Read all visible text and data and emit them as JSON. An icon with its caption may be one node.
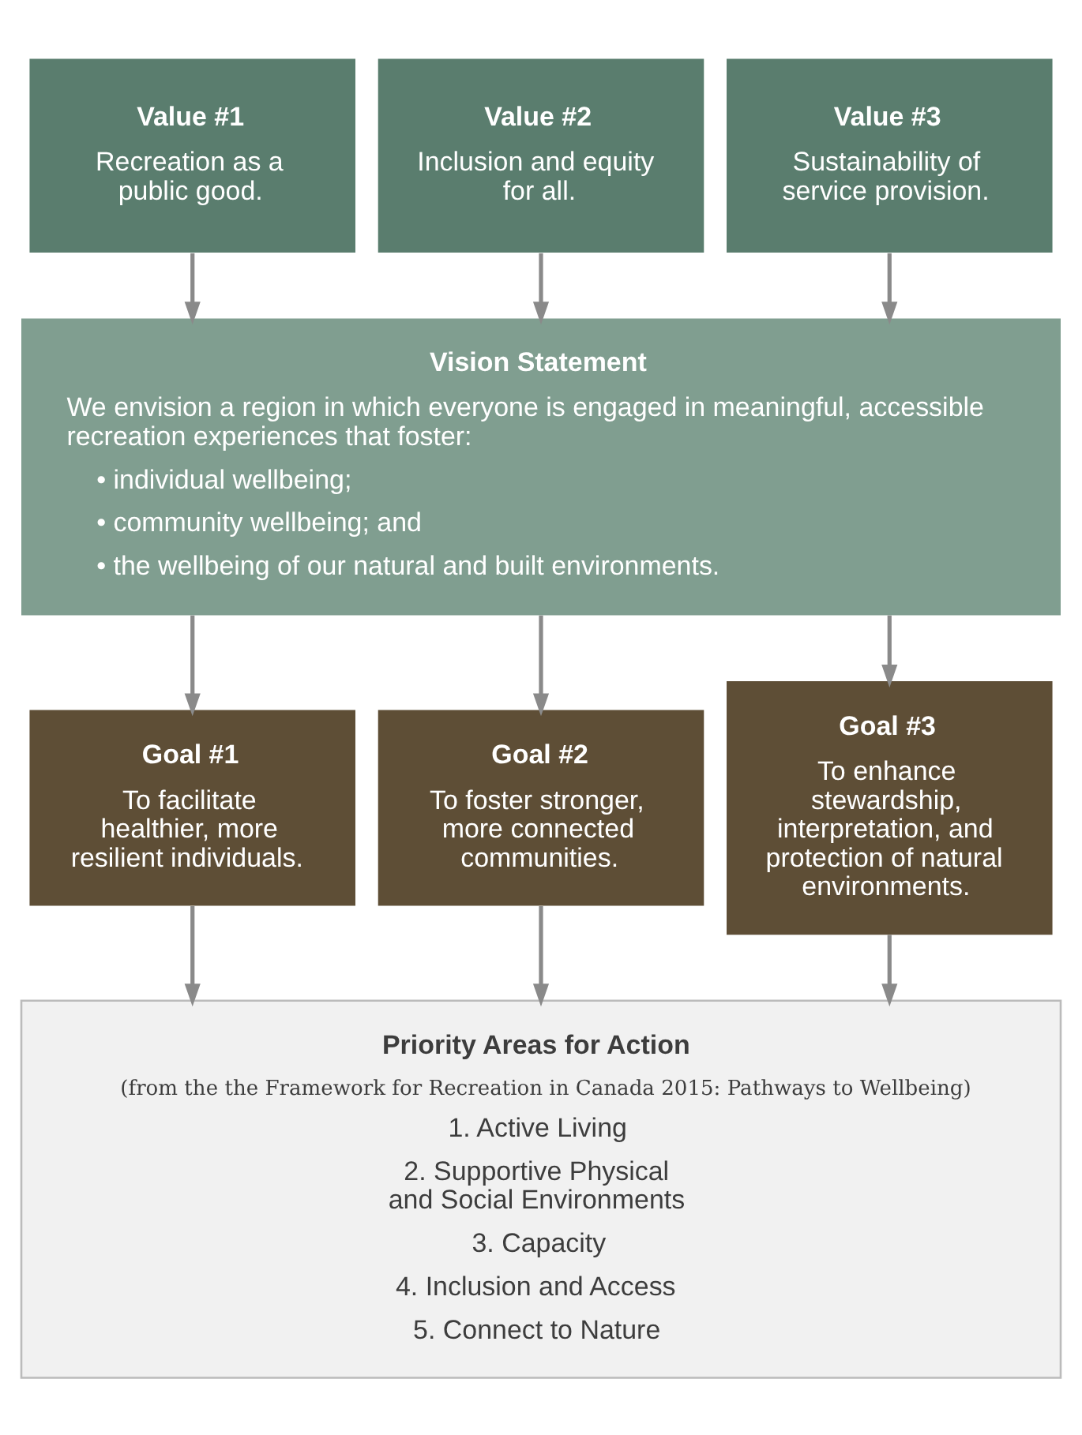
{
  "diagram": {
    "nodes": [
      {
        "text": [
          "Value #1",
          "Recreation as a public good."
        ]
      },
      {
        "text": [
          "Value #2",
          "Inclusion and equity for all."
        ]
      },
      {
        "text": [
          "Value #3",
          "Sustainability of service provision."
        ]
      },
      {
        "text": [
          "Vision Statement",
          "We envision a region in which everyone is engaged in meaningful, accessible recreation experiences that foster:",
          "• individual wellbeing;",
          "• community wellbeing; and",
          "• the wellbeing of our natural and built environments."
        ]
      },
      {
        "text": [
          "Goal #1",
          "To facilitate healthier, more resilient individuals."
        ]
      },
      {
        "text": [
          "Goal #2",
          "To foster stronger, more connected communities."
        ]
      },
      {
        "text": [
          "Goal #3",
          "To enhance stewardship, interpretation, and protection of natural environments."
        ]
      },
      {
        "text": [
          "Priority Areas for Action",
          "(from the the Framework for Recreation in Canada 2015: Pathways to Wellbeing)",
          "1. Active Living",
          "2. Supportive Physical and Social Environments",
          "3. Capacity",
          "4. Inclusion and Access",
          "5. Connect to Nature"
        ]
      }
    ],
    "edges": [
      {
        "from": 0,
        "to": 3,
        "arrow": "to"
      },
      {
        "from": 1,
        "to": 3,
        "arrow": "to"
      },
      {
        "from": 2,
        "to": 3,
        "arrow": "to"
      },
      {
        "from": 3,
        "to": 4,
        "arrow": "to"
      },
      {
        "from": 3,
        "to": 5,
        "arrow": "to"
      },
      {
        "from": 3,
        "to": 6,
        "arrow": "to"
      },
      {
        "from": 4,
        "to": 7,
        "arrow": "to"
      },
      {
        "from": 5,
        "to": 7,
        "arrow": "to"
      },
      {
        "from": 6,
        "to": 7,
        "arrow": "to"
      }
    ]
  }
}
